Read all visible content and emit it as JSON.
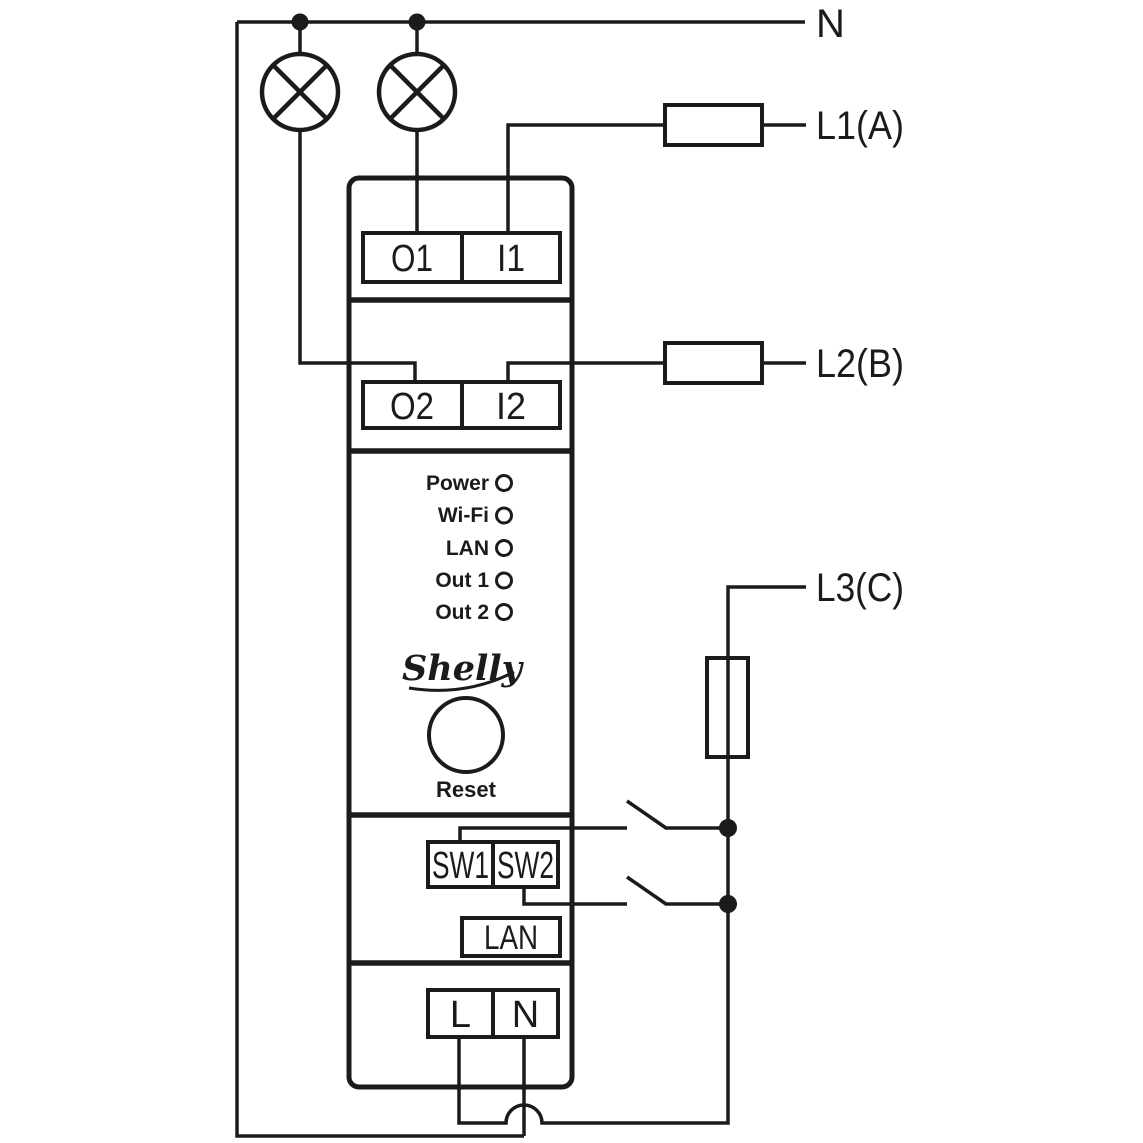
{
  "diagram": {
    "kind": "wiring-diagram",
    "labels": {
      "neutral": "N",
      "line1": "L1(A)",
      "line2": "L2(B)",
      "line3": "L3(C)"
    },
    "device": {
      "brand": "Shelly",
      "reset": "Reset",
      "terminals": {
        "o1": "O1",
        "i1": "I1",
        "o2": "O2",
        "i2": "I2",
        "sw1": "SW1",
        "sw2": "SW2",
        "lan": "LAN",
        "l": "L",
        "n": "N"
      },
      "leds": [
        "Power",
        "Wi-Fi",
        "LAN",
        "Out 1",
        "Out 2"
      ]
    },
    "colors": {
      "line": "#1b1b1b",
      "background": "#ffffff"
    }
  }
}
